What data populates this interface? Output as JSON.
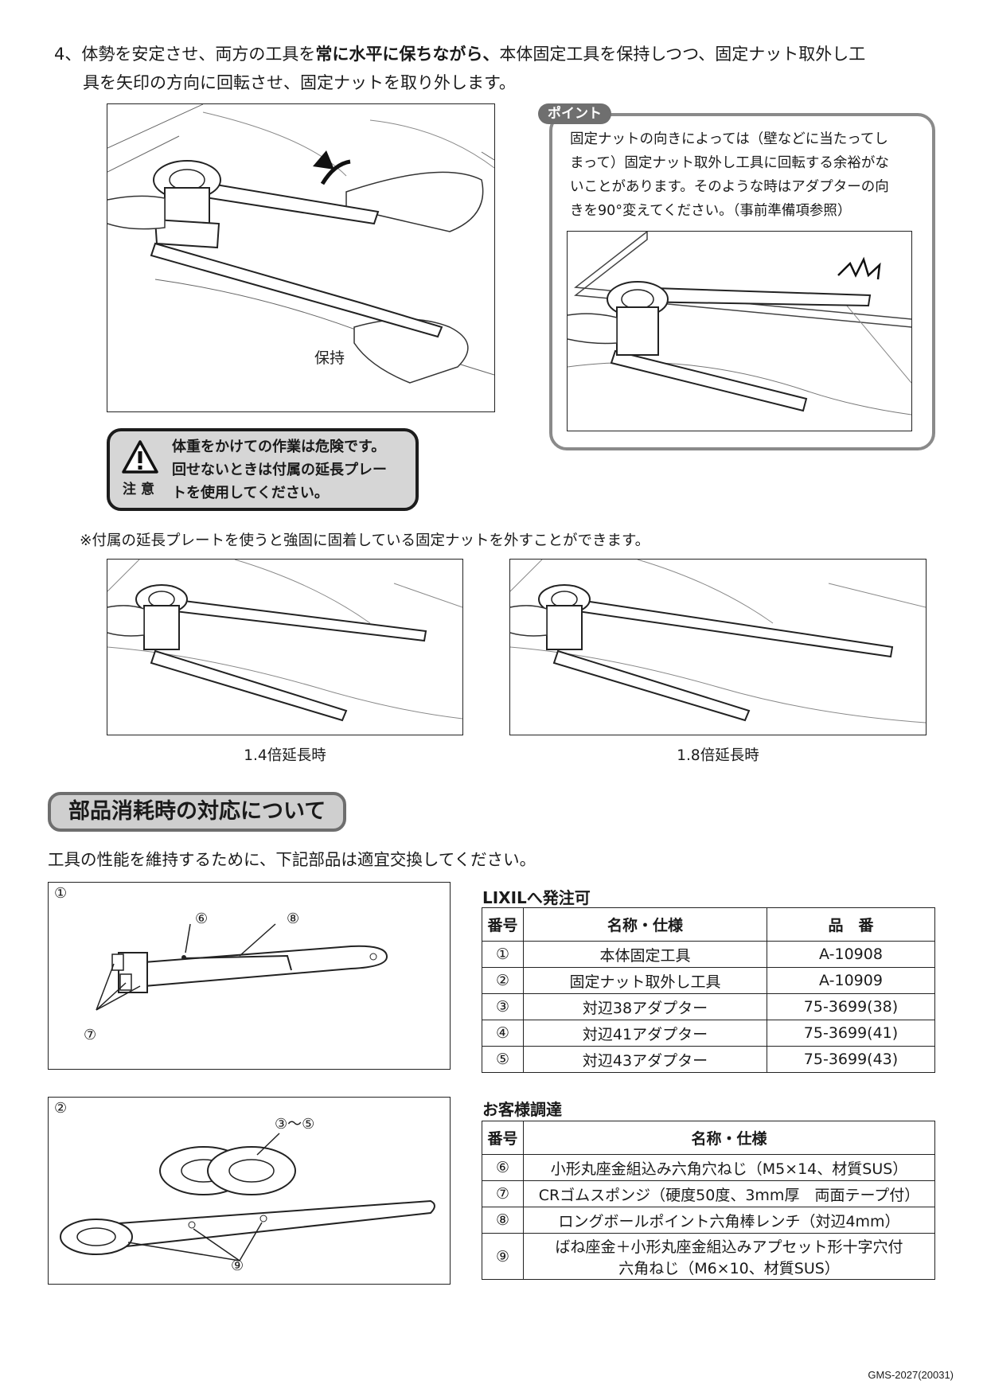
{
  "step": {
    "number": "4、",
    "part1": "体勢を安定させ、両方の工具を",
    "bold": "常に水平に保ちながら、",
    "part2": "本体固定工具を保持しつつ、固定ナット取外し工",
    "line2": "具を矢印の方向に回転させ、固定ナットを取り外します。"
  },
  "figure_main": {
    "label_hold": "保持"
  },
  "point": {
    "tag": "ポイント",
    "lines": [
      "固定ナットの向きによっては（壁などに当たってし",
      "まって）固定ナット取外し工具に回転する余裕がな",
      "いことがあります。そのような時はアダプターの向",
      "きを90°変えてください。（事前準備項参照）"
    ]
  },
  "caution": {
    "label": "注意",
    "lines": [
      "体重をかけての作業は危険です。",
      "回せないときは付属の延長プレー",
      "トを使用してください。"
    ]
  },
  "note": "※付属の延長プレートを使うと強固に固着している固定ナットを外すことができます。",
  "captions": {
    "ext14": "1.4倍延長時",
    "ext18": "1.8倍延長時"
  },
  "section": {
    "title": "部品消耗時の対応について",
    "intro": "工具の性能を維持するために、下記部品は適宜交換してください。"
  },
  "diagram1": {
    "num": "①",
    "callouts": [
      "⑥",
      "⑧",
      "⑦"
    ]
  },
  "diagram2": {
    "num": "②",
    "callouts": [
      "③〜⑤",
      "⑨"
    ]
  },
  "table_lixil": {
    "title": "LIXILへ発注可",
    "headers": [
      "番号",
      "名称・仕様",
      "品　番"
    ],
    "rows": [
      [
        "①",
        "本体固定工具",
        "A-10908"
      ],
      [
        "②",
        "固定ナット取外し工具",
        "A-10909"
      ],
      [
        "③",
        "対辺38アダプター",
        "75-3699(38)"
      ],
      [
        "④",
        "対辺41アダプター",
        "75-3699(41)"
      ],
      [
        "⑤",
        "対辺43アダプター",
        "75-3699(43)"
      ]
    ]
  },
  "table_customer": {
    "title": "お客様調達",
    "headers": [
      "番号",
      "名称・仕様"
    ],
    "rows": [
      [
        "⑥",
        "小形丸座金組込み六角穴ねじ（M5×14、材質SUS）"
      ],
      [
        "⑦",
        "CRゴムスポンジ（硬度50度、3mm厚　両面テープ付）"
      ],
      [
        "⑧",
        "ロングボールポイント六角棒レンチ（対辺4mm）"
      ],
      [
        "⑨",
        "ばね座金＋小形丸座金組込みアプセット形十字穴付",
        "六角ねじ（M6×10、材質SUS）"
      ]
    ]
  },
  "footer": "GMS-2027(20031)"
}
